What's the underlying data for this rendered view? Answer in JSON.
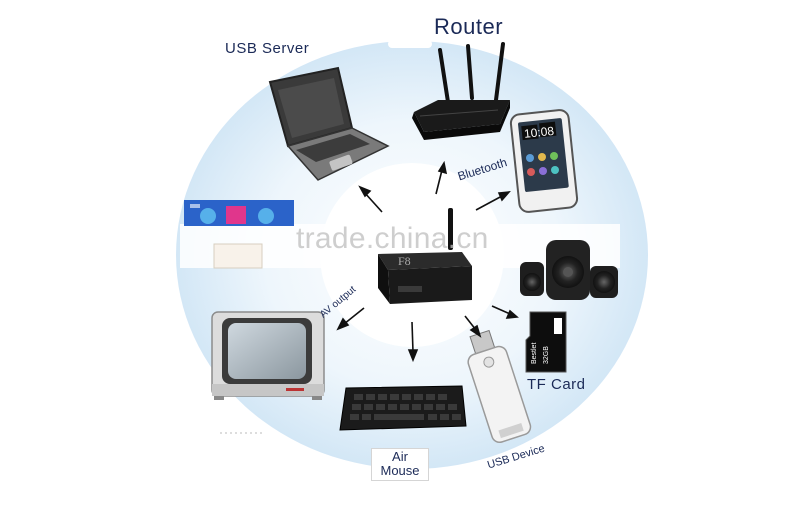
{
  "labels": {
    "router": "Router",
    "usb_server": "USB Server",
    "bluetooth": "Bluetooth",
    "av_output": "AV output",
    "tf_card": "TF Card",
    "usb_device": "USB Device",
    "air_mouse_line1": "Air",
    "air_mouse_line2": "Mouse",
    "center_box": "F8",
    "sd_card_size": "32GB",
    "sd_card_brand": "Bestlet"
  },
  "watermark": "trade.china.cn",
  "phone": {
    "time": "10:08"
  },
  "colors": {
    "ring": "#dcecf8",
    "label_text": "#1b2a57",
    "device_dark": "#1a1a1a",
    "arrow": "#111111"
  },
  "icons": [
    "laptop-icon",
    "router-icon",
    "smartphone-icon",
    "tablet-icon",
    "speakers-icon",
    "tf-card-icon",
    "usb-stick-icon",
    "keyboard-icon",
    "crt-tv-icon",
    "tv-box-icon"
  ]
}
